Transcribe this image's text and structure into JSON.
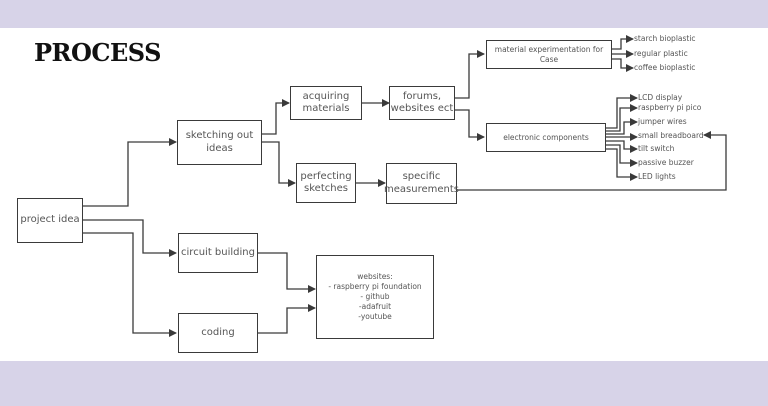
{
  "title": "PROCESS",
  "colors": {
    "band": "#d7d3e8",
    "canvas": "#ffffff",
    "line": "#3a3a3a",
    "text": "#555555"
  },
  "nodes": {
    "project_idea": "project idea",
    "sketching": [
      "sketching out",
      "ideas"
    ],
    "acquiring": [
      "acquiring",
      "materials"
    ],
    "forums": [
      "forums,",
      "websites ect"
    ],
    "perfecting": [
      "perfecting",
      "sketches"
    ],
    "specific": [
      "specific",
      "measurements"
    ],
    "material_exp": "material experimentation for Case",
    "electronic": "electronic components",
    "circuit": "circuit building",
    "coding": "coding",
    "websites": [
      "websites:",
      "- raspberry pi foundation",
      "- github",
      "-adafruit",
      "-youtube"
    ]
  },
  "material_leaves": [
    "starch bioplastic",
    "regular plastic",
    "coffee bioplastic"
  ],
  "electronic_leaves": [
    "LCD display",
    "raspberry pi pico",
    "jumper wires",
    "small breadboard",
    "tilt switch",
    "passive buzzer",
    "LED lights"
  ]
}
